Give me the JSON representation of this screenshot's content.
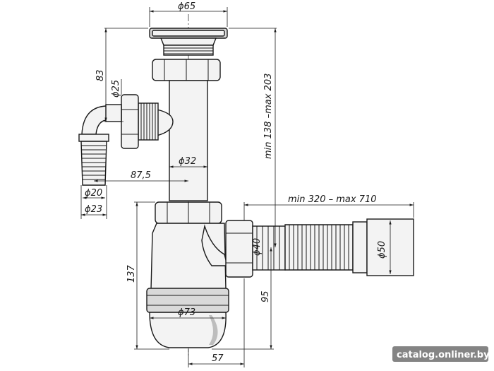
{
  "dimensions": {
    "top_diameter": "ϕ65",
    "height_83": "83",
    "side_diameter_25": "ϕ25",
    "tube_diameter_32": "ϕ32",
    "offset_87_5": "87,5",
    "hose_diameter_20": "ϕ20",
    "hose_diameter_23": "ϕ23",
    "height_range": "min 138 –max 203",
    "length_range": "min 320 – max 710",
    "outlet_diameter_40": "ϕ40",
    "outlet_diameter_50": "ϕ50",
    "height_137": "137",
    "height_95": "95",
    "bottle_diameter_73": "ϕ73",
    "width_57": "57"
  },
  "watermark": "catalog.onliner.by"
}
